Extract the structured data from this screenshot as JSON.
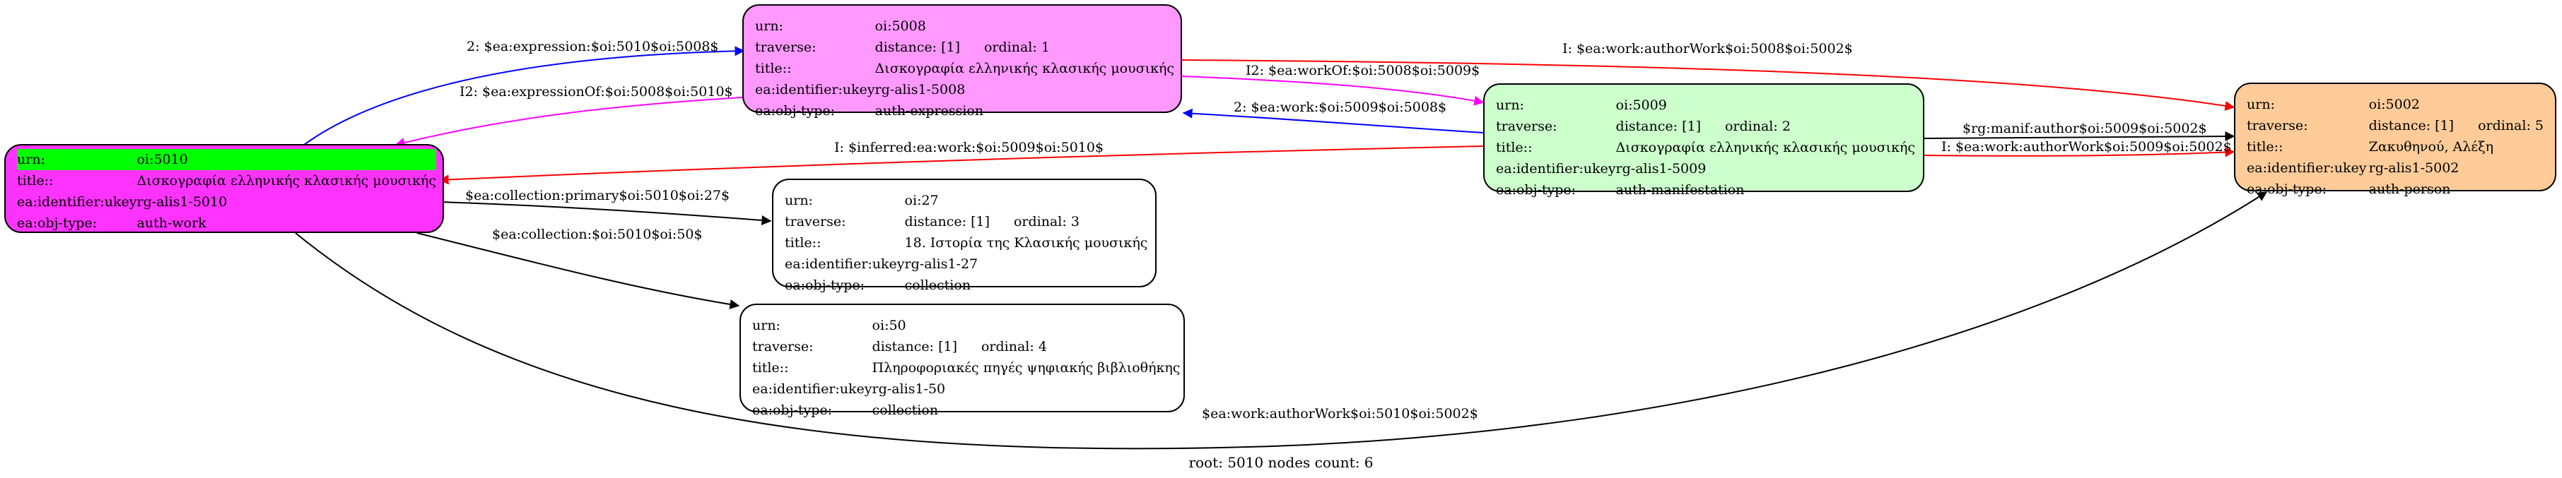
{
  "nodes": {
    "n5010": {
      "fill": "#ff33ff",
      "urn_label": "urn:",
      "urn_value": "oi:5010",
      "title_label": "title::",
      "title_value": "Δισκογραφία ελληνικής κλασικής μουσικής",
      "ukey_label": "ea:identifier:ukey",
      "ukey_value": "rg-alis1-5010",
      "type_label": "ea:obj-type:",
      "type_value": "auth-work"
    },
    "n5008": {
      "fill": "#ff99ff",
      "urn_label": "urn:",
      "urn_value": "oi:5008",
      "traverse_label": "traverse:",
      "distance": "distance: [1]",
      "ordinal": "ordinal: 1",
      "title_label": "title::",
      "title_value": "Δισκογραφία ελληνικής κλασικής μουσικής",
      "ukey_label": "ea:identifier:ukey",
      "ukey_value": "rg-alis1-5008",
      "type_label": "ea:obj-type:",
      "type_value": "auth-expression"
    },
    "n5009": {
      "fill": "#ccffcc",
      "urn_label": "urn:",
      "urn_value": "oi:5009",
      "traverse_label": "traverse:",
      "distance": "distance: [1]",
      "ordinal": "ordinal: 2",
      "title_label": "title::",
      "title_value": "Δισκογραφία ελληνικής κλασικής μουσικής",
      "ukey_label": "ea:identifier:ukey",
      "ukey_value": "rg-alis1-5009",
      "type_label": "ea:obj-type:",
      "type_value": "auth-manifestation"
    },
    "n5002": {
      "fill": "#ffcc99",
      "urn_label": "urn:",
      "urn_value": "oi:5002",
      "traverse_label": "traverse:",
      "distance": "distance: [1]",
      "ordinal": "ordinal: 5",
      "title_label": "title::",
      "title_value": "Ζακυθηνού, Αλέξη",
      "ukey_label": "ea:identifier:ukey",
      "ukey_value": "rg-alis1-5002",
      "type_label": "ea:obj-type:",
      "type_value": "auth-person"
    },
    "n27": {
      "fill": "#ffffff",
      "urn_label": "urn:",
      "urn_value": "oi:27",
      "traverse_label": "traverse:",
      "distance": "distance: [1]",
      "ordinal": "ordinal: 3",
      "title_label": "title::",
      "title_value": "18. Ιστορία της Κλασικής μουσικής",
      "ukey_label": "ea:identifier:ukey",
      "ukey_value": "rg-alis1-27",
      "type_label": "ea:obj-type:",
      "type_value": "collection"
    },
    "n50": {
      "fill": "#ffffff",
      "urn_label": "urn:",
      "urn_value": "oi:50",
      "traverse_label": "traverse:",
      "distance": "distance: [1]",
      "ordinal": "ordinal: 4",
      "title_label": "title::",
      "title_value": "Πληροφοριακές πηγές ψηφιακής βιβλιοθήκης",
      "ukey_label": "ea:identifier:ukey",
      "ukey_value": "rg-alis1-50",
      "type_label": "ea:obj-type:",
      "type_value": "collection"
    }
  },
  "edges": [
    {
      "label": "2: $ea:expression:$oi:5010$oi:5008$",
      "color": "#0000ff"
    },
    {
      "label": "I2: $ea:expressionOf:$oi:5008$oi:5010$",
      "color": "#ff00ff"
    },
    {
      "label": "I: $ea:work:authorWork$oi:5008$oi:5002$",
      "color": "#ff0000"
    },
    {
      "label": "I2: $ea:workOf:$oi:5008$oi:5009$",
      "color": "#ff00ff"
    },
    {
      "label": "2: $ea:work:$oi:5009$oi:5008$",
      "color": "#0000ff"
    },
    {
      "label": "I: $inferred:ea:work:$oi:5009$oi:5010$",
      "color": "#ff0000"
    },
    {
      "label": "$rg:manif:author$oi:5009$oi:5002$",
      "color": "#000000"
    },
    {
      "label": "I: $ea:work:authorWork$oi:5009$oi:5002$",
      "color": "#ff0000"
    },
    {
      "label": "$ea:collection:primary$oi:5010$oi:27$",
      "color": "#000000"
    },
    {
      "label": "$ea:collection:$oi:5010$oi:50$",
      "color": "#000000"
    },
    {
      "label": "$ea:work:authorWork$oi:5010$oi:5002$",
      "color": "#000000"
    }
  ],
  "highlight_color": "#00ff00",
  "footer": "root: 5010 nodes count: 6"
}
